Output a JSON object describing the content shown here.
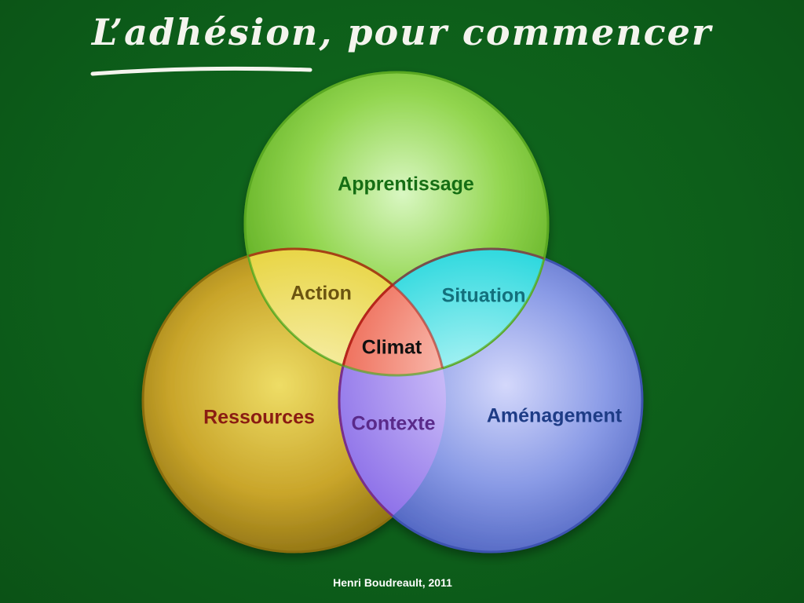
{
  "title": "L’adhésion, pour commencer",
  "circles": {
    "top": "Apprentissage",
    "left": "Ressources",
    "right": "Aménagement"
  },
  "intersections": {
    "top_left": "Action",
    "top_right": "Situation",
    "left_right": "Contexte",
    "center": "Climat"
  },
  "credit": "Henri Boudreault, 2011",
  "colors": {
    "background": "#0d5e1a",
    "apprentissage": "#7cc93c",
    "ressources": "#c9a52a",
    "amenagement": "#6f86dd",
    "action": "#f2e35a",
    "situation": "#3fe3e6",
    "contexte": "#9a7ff0",
    "climat": "#f06a55"
  }
}
